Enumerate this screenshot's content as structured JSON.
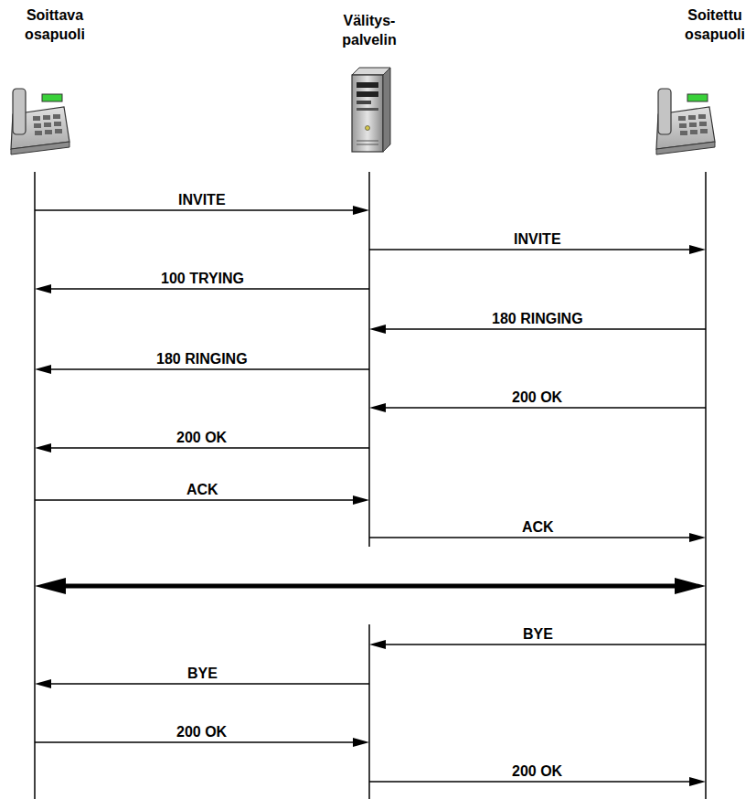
{
  "diagram": {
    "nodes": [
      {
        "text": [
          "Soittava osapuoli"
        ]
      },
      {
        "text": [
          "Välitys- palvelin"
        ]
      },
      {
        "text": [
          "Soitettu osapuoli"
        ]
      }
    ],
    "edges": [
      {
        "from": 0,
        "to": 1,
        "arrow": "to",
        "label": "INVITE"
      },
      {
        "from": 1,
        "to": 2,
        "arrow": "to",
        "label": "INVITE"
      },
      {
        "from": 1,
        "to": 0,
        "arrow": "to",
        "label": "100 TRYING"
      },
      {
        "from": 2,
        "to": 1,
        "arrow": "to",
        "label": "180 RINGING"
      },
      {
        "from": 1,
        "to": 0,
        "arrow": "to",
        "label": "180 RINGING"
      },
      {
        "from": 2,
        "to": 1,
        "arrow": "to",
        "label": "200 OK"
      },
      {
        "from": 1,
        "to": 0,
        "arrow": "to",
        "label": "200 OK"
      },
      {
        "from": 0,
        "to": 1,
        "arrow": "to",
        "label": "ACK"
      },
      {
        "from": 1,
        "to": 2,
        "arrow": "to",
        "label": "ACK"
      },
      {
        "from": 0,
        "to": 2,
        "arrow": "both"
      },
      {
        "from": 2,
        "to": 1,
        "arrow": "to",
        "label": "BYE"
      },
      {
        "from": 1,
        "to": 0,
        "arrow": "to",
        "label": "BYE"
      },
      {
        "from": 0,
        "to": 1,
        "arrow": "to",
        "label": "200 OK"
      },
      {
        "from": 1,
        "to": 2,
        "arrow": "to",
        "label": "200 OK"
      }
    ]
  }
}
